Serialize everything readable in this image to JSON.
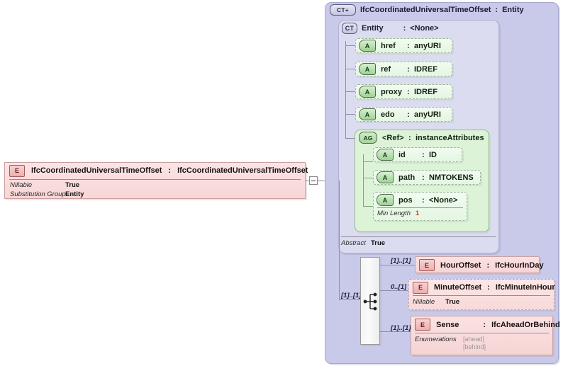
{
  "diagram": {
    "kind": "xsd-schema-diagram",
    "colors": {
      "element_pink": "#f7d6d6",
      "attribute_green": "#e4f6e1",
      "group_green": "#ddf3d8",
      "container_lavender": "#c9c9ea",
      "container_inner": "#dcdcf0",
      "constraint_number": "#d04020",
      "enum_text": "#9a9a9a"
    }
  },
  "root_element": {
    "icon": "E",
    "name": "IfcCoordinatedUniversalTimeOffset",
    "separator": ":",
    "type": "IfcCoordinatedUniversalTimeOffset",
    "facets": [
      {
        "key": "Nillable",
        "value": "True"
      },
      {
        "key": "Substitution Group",
        "value": "Entity"
      }
    ]
  },
  "collapse_handle": {
    "icon": "minus-icon",
    "state": "expanded"
  },
  "content_model": {
    "icon": "CT+",
    "name": "IfcCoordinatedUniversalTimeOffset",
    "separator": ":",
    "type": "Entity",
    "base": {
      "icon": "CT",
      "name": "Entity",
      "separator": ":",
      "type": "<None>",
      "attributes": [
        {
          "icon": "A",
          "name": "href",
          "separator": ":",
          "type": "anyURI"
        },
        {
          "icon": "A",
          "name": "ref",
          "separator": ":",
          "type": "IDREF"
        },
        {
          "icon": "A",
          "name": "proxy",
          "separator": ":",
          "type": "IDREF"
        },
        {
          "icon": "A",
          "name": "edo",
          "separator": ":",
          "type": "anyURI"
        }
      ],
      "attribute_group": {
        "icon": "AG",
        "name": "<Ref>",
        "separator": ":",
        "type": "instanceAttributes",
        "attributes": [
          {
            "icon": "A",
            "name": "id",
            "separator": ":",
            "type": "ID",
            "facets": []
          },
          {
            "icon": "A",
            "name": "path",
            "separator": ":",
            "type": "NMTOKENS",
            "facets": []
          },
          {
            "icon": "A",
            "name": "pos",
            "separator": ":",
            "type": "<None>",
            "facets": [
              {
                "key": "Min Length",
                "value": "1",
                "numeric": true
              }
            ]
          }
        ]
      },
      "facets": [
        {
          "key": "Abstract",
          "value": "True"
        }
      ]
    },
    "sequence": {
      "compositor": "sequence",
      "cardinality": "[1]..[1]",
      "particles": [
        {
          "cardinality": "[1]..[1]",
          "icon": "E",
          "name": "HourOffset",
          "separator": ":",
          "type": "IfcHourInDay",
          "optional": false,
          "facets": []
        },
        {
          "cardinality": "0..[1]",
          "icon": "E",
          "name": "MinuteOffset",
          "separator": ":",
          "type": "IfcMinuteInHour",
          "optional": true,
          "facets": [
            {
              "key": "Nillable",
              "value": "True"
            }
          ]
        },
        {
          "cardinality": "[1]..[1]",
          "icon": "E",
          "name": "Sense",
          "separator": ":",
          "type": "IfcAheadOrBehind",
          "optional": false,
          "facets": [
            {
              "key": "Enumerations",
              "value": "[ahead]\n[behind]",
              "enum": true
            }
          ]
        }
      ]
    }
  }
}
